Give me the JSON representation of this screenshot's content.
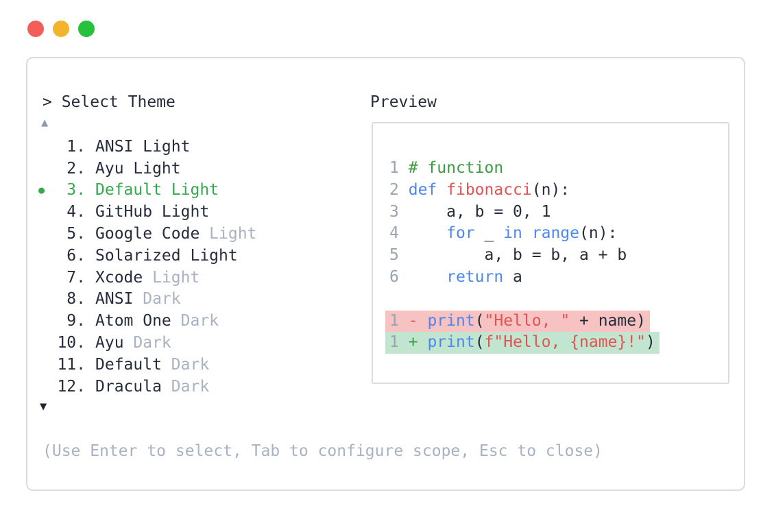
{
  "window": {
    "controls": [
      {
        "name": "close",
        "color": "#f25f5a"
      },
      {
        "name": "minimize",
        "color": "#f2b32d"
      },
      {
        "name": "zoom",
        "color": "#27c13e"
      }
    ]
  },
  "picker": {
    "prompt": "> Select Theme",
    "scroll_up": "▲",
    "scroll_down": "▼",
    "selected_marker": "●",
    "items": [
      {
        "number": "1.",
        "name": "ANSI Light",
        "muted": "",
        "selected": false
      },
      {
        "number": "2.",
        "name": "Ayu Light",
        "muted": "",
        "selected": false
      },
      {
        "number": "3.",
        "name": "Default Light",
        "muted": "",
        "selected": true
      },
      {
        "number": "4.",
        "name": "GitHub Light",
        "muted": "",
        "selected": false
      },
      {
        "number": "5.",
        "name": "Google Code",
        "muted": "Light",
        "selected": false
      },
      {
        "number": "6.",
        "name": "Solarized Light",
        "muted": "",
        "selected": false
      },
      {
        "number": "7.",
        "name": "Xcode",
        "muted": "Light",
        "selected": false
      },
      {
        "number": "8.",
        "name": "ANSI",
        "muted": "Dark",
        "selected": false
      },
      {
        "number": "9.",
        "name": "Atom One",
        "muted": "Dark",
        "selected": false
      },
      {
        "number": "10.",
        "name": "Ayu",
        "muted": "Dark",
        "selected": false
      },
      {
        "number": "11.",
        "name": "Default",
        "muted": "Dark",
        "selected": false
      },
      {
        "number": "12.",
        "name": "Dracula",
        "muted": "Dark",
        "selected": false
      }
    ],
    "help": "(Use Enter to select, Tab to configure scope, Esc to close)"
  },
  "preview": {
    "title": "Preview",
    "code_lines": [
      {
        "num": "1",
        "tokens": [
          [
            "comment",
            "# function"
          ]
        ]
      },
      {
        "num": "2",
        "tokens": [
          [
            "kw",
            "def"
          ],
          [
            "plain",
            " "
          ],
          [
            "fn",
            "fibonacci"
          ],
          [
            "plain",
            "(n):"
          ]
        ]
      },
      {
        "num": "3",
        "tokens": [
          [
            "plain",
            "    a, b = 0, 1"
          ]
        ]
      },
      {
        "num": "4",
        "tokens": [
          [
            "plain",
            "    "
          ],
          [
            "kw",
            "for"
          ],
          [
            "plain",
            " _ "
          ],
          [
            "kw",
            "in"
          ],
          [
            "plain",
            " "
          ],
          [
            "kw",
            "range"
          ],
          [
            "plain",
            "(n):"
          ]
        ]
      },
      {
        "num": "5",
        "tokens": [
          [
            "plain",
            "        a, b = b, a + b"
          ]
        ]
      },
      {
        "num": "6",
        "tokens": [
          [
            "plain",
            "    "
          ],
          [
            "kw",
            "return"
          ],
          [
            "plain",
            " a"
          ]
        ]
      },
      {
        "num": "",
        "tokens": []
      },
      {
        "num": "1",
        "diff": "removed",
        "sign": "-",
        "tokens": [
          [
            "kw",
            "print"
          ],
          [
            "plain",
            "("
          ],
          [
            "str",
            "\"Hello, \""
          ],
          [
            "plain",
            " + name)"
          ]
        ]
      },
      {
        "num": "1",
        "diff": "added",
        "sign": "+",
        "tokens": [
          [
            "kw",
            "print"
          ],
          [
            "plain",
            "("
          ],
          [
            "str",
            "f\"Hello, {name}!\""
          ],
          [
            "plain",
            ")"
          ]
        ]
      }
    ]
  },
  "colors": {
    "panel_border": "#d8dce4",
    "text_dark": "#262d3a",
    "muted_gray": "#a9b2c2",
    "selected_green": "#36a94f",
    "comment_green": "#3a9c3f",
    "keyword_blue": "#4d87f2",
    "function_red": "#e05454",
    "string_red": "#e05454",
    "removed_bg": "#f6c2c2",
    "added_bg": "#c2e5cf",
    "scroll_up_gray": "#8e99ab",
    "scroll_down_dark": "#1d2433"
  }
}
